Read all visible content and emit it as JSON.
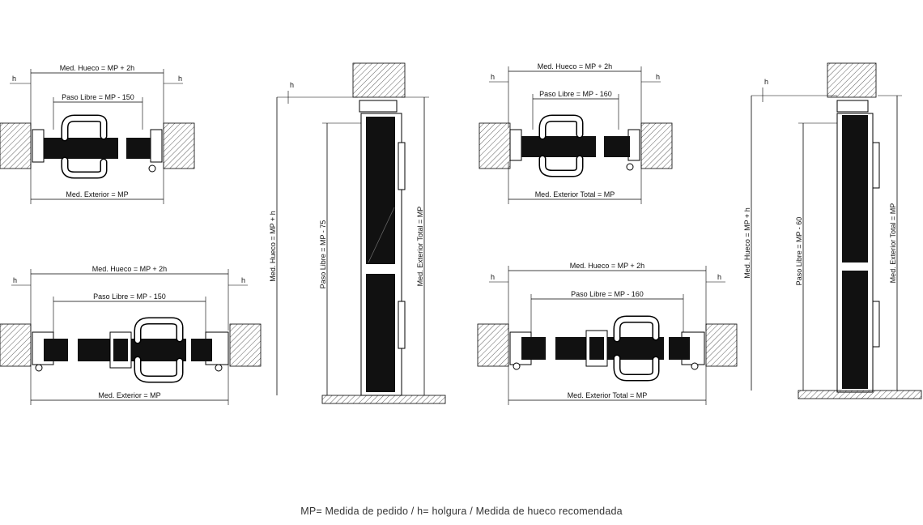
{
  "diagrams": {
    "top_left": {
      "hueco": "Med. Hueco = MP + 2h",
      "paso": "Paso Libre = MP - 150",
      "exterior": "Med. Exterior = MP",
      "gap_left": "h",
      "gap_right": "h"
    },
    "bottom_left": {
      "hueco": "Med. Hueco = MP + 2h",
      "paso": "Paso Libre = MP - 150",
      "exterior": "Med. Exterior = MP",
      "gap_left": "h",
      "gap_right": "h"
    },
    "top_right": {
      "hueco": "Med. Hueco = MP + 2h",
      "paso": "Paso Libre = MP - 160",
      "exterior": "Med. Exterior Total = MP",
      "gap_left": "h",
      "gap_right": "h"
    },
    "bottom_right": {
      "hueco": "Med. Hueco = MP + 2h",
      "paso": "Paso Libre = MP - 160",
      "exterior": "Med. Exterior Total = MP",
      "gap_left": "h",
      "gap_right": "h"
    },
    "elevation_left": {
      "hueco": "Med. Hueco = MP + h",
      "paso": "Paso Libre = MP - 75",
      "exterior": "Med. Exterior Total = MP",
      "gap": "h"
    },
    "elevation_right": {
      "hueco": "Med. Hueco = MP + h",
      "paso": "Paso Libre = MP - 60",
      "exterior": "Med. Exterior Total = MP",
      "gap": "h"
    }
  },
  "caption": "MP= Medida de pedido / h= holgura / Medida de hueco recomendada"
}
